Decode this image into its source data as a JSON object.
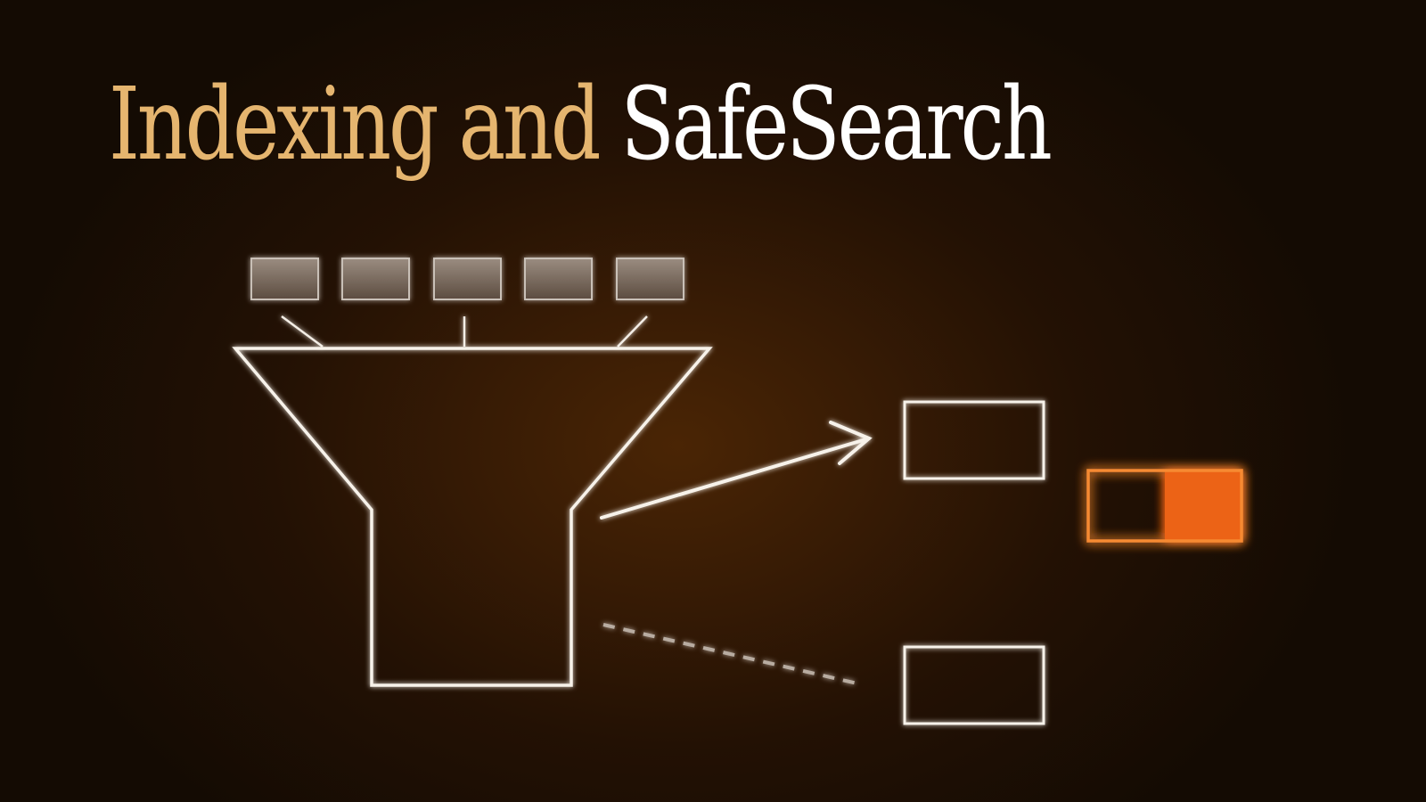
{
  "title": {
    "part1": "Indexing and",
    "part2": "SafeSearch"
  },
  "colors": {
    "title_gold": "#e5b56f",
    "title_white": "#ffffff",
    "outline": "#f7f2ea",
    "accent_orange": "#f06a14",
    "background": "#2a1504"
  },
  "diagram": {
    "input_item_count": 5,
    "icons": {
      "funnel": "funnel-icon",
      "arrow": "arrow-right-icon",
      "toggle": "toggle-switch-icon"
    },
    "toggle_state": "on"
  }
}
